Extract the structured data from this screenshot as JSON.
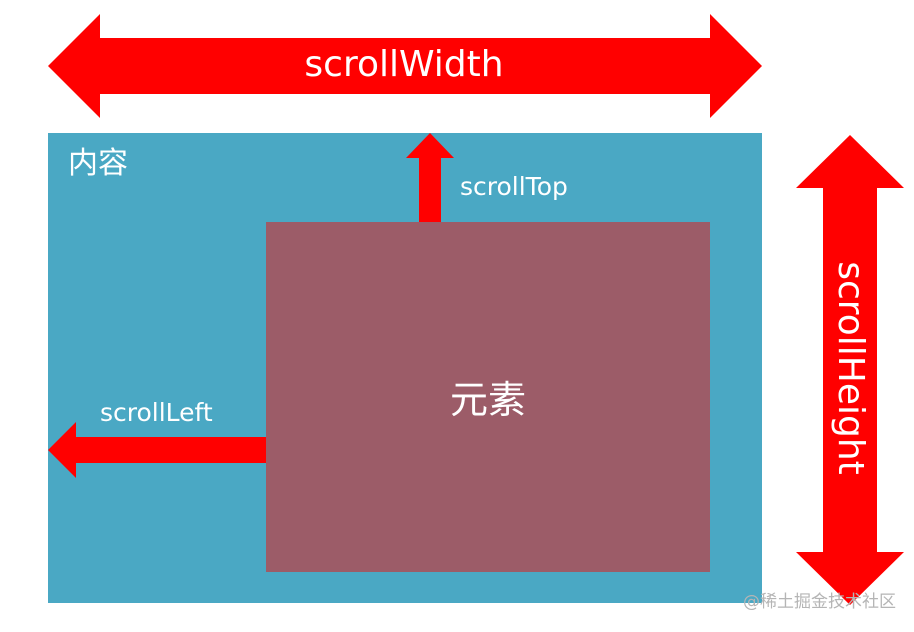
{
  "diagram": {
    "content_label": "内容",
    "element_label": "元素",
    "scroll_width_label": "scrollWidth",
    "scroll_height_label": "scrollHeight",
    "scroll_top_label": "scrollTop",
    "scroll_left_label": "scrollLeft"
  },
  "watermark": "@稀土掘金技术社区",
  "colors": {
    "content_box": "#4aa8c4",
    "element_box": "#9c5c68",
    "arrow": "#ff0000"
  }
}
